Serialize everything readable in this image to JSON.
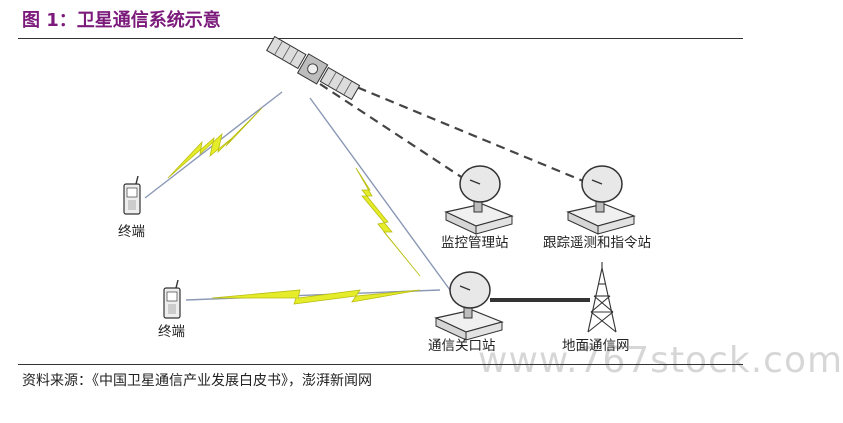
{
  "figure": {
    "title": "图 1：卫星通信系统示意",
    "source": "资料来源：《中国卫星通信产业发展白皮书》，澎湃新闻网",
    "watermark": "www.767stock.com"
  },
  "diagram": {
    "nodes": {
      "terminal_1": "终端",
      "terminal_2": "终端",
      "monitoring_station": "监控管理站",
      "tracking_station": "跟踪遥测和指令站",
      "gateway_station": "通信关口站",
      "terrestrial_network": "地面通信网"
    }
  },
  "colors": {
    "title": "#7b1a7b",
    "lightning": "#e5ec2a",
    "link": "#8a98b4",
    "dashed": "#444444"
  }
}
